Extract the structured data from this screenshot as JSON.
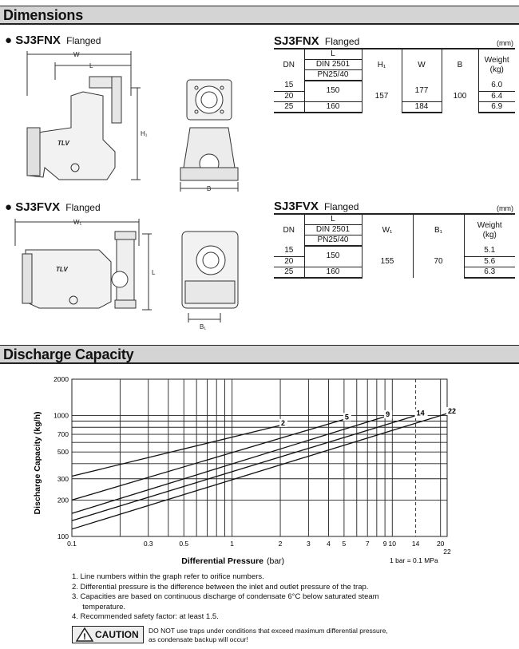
{
  "dimensions": {
    "section_title": "Dimensions",
    "units": "(mm)",
    "fnx": {
      "model": "SJ3FNX",
      "type": "Flanged",
      "drawing_labels": {
        "w": "W",
        "l": "L",
        "h1": "H₁",
        "b": "B",
        "logo": "TLV"
      },
      "table": {
        "header": {
          "dn": "DN",
          "l": "L",
          "din": "DIN 2501",
          "pn": "PN25/40",
          "h1": "H₁",
          "w": "W",
          "b": "B",
          "weight": "Weight",
          "weight_unit": "(kg)"
        },
        "dn": [
          "15",
          "20",
          "25"
        ],
        "l": [
          "150",
          "160"
        ],
        "h1": "157",
        "w": [
          "177",
          "184"
        ],
        "b": "100",
        "weight": [
          "6.0",
          "6.4",
          "6.9"
        ]
      }
    },
    "fvx": {
      "model": "SJ3FVX",
      "type": "Flanged",
      "drawing_labels": {
        "w1": "W₁",
        "l": "L",
        "b1": "B₁",
        "logo": "TLV"
      },
      "table": {
        "header": {
          "dn": "DN",
          "l": "L",
          "din": "DIN 2501",
          "pn": "PN25/40",
          "w1": "W₁",
          "b1": "B₁",
          "weight": "Weight",
          "weight_unit": "(kg)"
        },
        "dn": [
          "15",
          "20",
          "25"
        ],
        "l": [
          "150",
          "160"
        ],
        "w1": "155",
        "b1": "70",
        "weight": [
          "5.1",
          "5.6",
          "6.3"
        ]
      }
    }
  },
  "discharge": {
    "section_title": "Discharge Capacity",
    "conversion": "1 bar = 0.1 MPa",
    "notes": [
      "1.  Line numbers within the graph refer to orifice numbers.",
      "2.  Differential pressure is the difference between the inlet and outlet pressure of the trap.",
      "3.  Capacities are based on continuous discharge of condensate 6°C below saturated steam",
      "     temperature.",
      "4.  Recommended safety factor: at least 1.5."
    ],
    "caution_label": "CAUTION",
    "caution_text": [
      "DO NOT use traps under conditions that exceed maximum differential pressure,",
      "as condensate backup will occur!"
    ]
  },
  "chart_data": {
    "type": "line",
    "xlabel": "Differential Pressure",
    "xlabel_unit": "(bar)",
    "ylabel": "Discharge Capacity (kg/h)",
    "x_scale": "log",
    "y_scale": "log",
    "xlim": [
      0.1,
      22
    ],
    "ylim": [
      100,
      2000
    ],
    "x_ticks": [
      "0.1",
      "0.3",
      "0.5",
      "1",
      "2",
      "3",
      "4",
      "5",
      "7",
      "9",
      "10",
      "14",
      "20"
    ],
    "x_tick_values": [
      0.1,
      0.3,
      0.5,
      1,
      2,
      3,
      4,
      5,
      7,
      9,
      10,
      14,
      20
    ],
    "x_extra_tick": {
      "label": "22",
      "value": 22
    },
    "y_ticks": [
      "100",
      "200",
      "300",
      "500",
      "700",
      "1000",
      "2000"
    ],
    "y_tick_values": [
      100,
      200,
      300,
      500,
      700,
      1000,
      2000
    ],
    "grid": true,
    "dashed_x": 14,
    "series": [
      {
        "name": "2",
        "x": [
          0.1,
          2
        ],
        "y": [
          315,
          830
        ]
      },
      {
        "name": "5",
        "x": [
          0.1,
          5
        ],
        "y": [
          200,
          930
        ]
      },
      {
        "name": "9",
        "x": [
          0.1,
          9
        ],
        "y": [
          155,
          980
        ]
      },
      {
        "name": "14",
        "x": [
          0.1,
          14
        ],
        "y": [
          135,
          1000
        ]
      },
      {
        "name": "22",
        "x": [
          0.1,
          22
        ],
        "y": [
          115,
          1040
        ]
      }
    ]
  }
}
